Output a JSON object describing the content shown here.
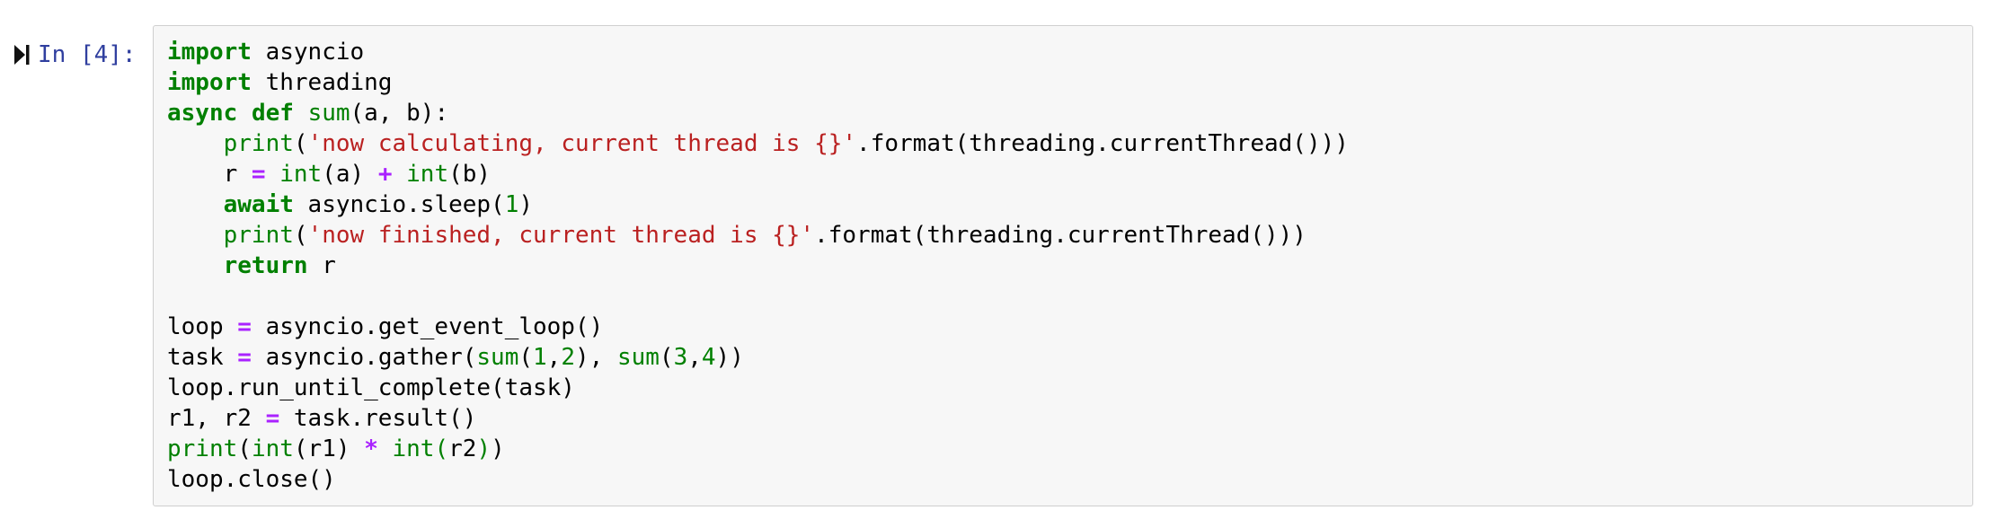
{
  "prompt": {
    "label": "In [4]:"
  },
  "colors": {
    "keyword": "#008000",
    "builtin": "#008000",
    "string": "#ba2121",
    "number": "#008000",
    "operator": "#aa22ff",
    "prompt": "#303f9f",
    "cell_background": "#f7f7f7",
    "cell_border": "#cfcfcf"
  },
  "icons": {
    "run_indicator": "step-forward-icon"
  },
  "code": {
    "lines": [
      {
        "tokens": [
          {
            "t": "kw",
            "v": "import"
          },
          {
            "t": "pn",
            "v": " asyncio"
          }
        ]
      },
      {
        "tokens": [
          {
            "t": "kw",
            "v": "import"
          },
          {
            "t": "pn",
            "v": " threading"
          }
        ]
      },
      {
        "tokens": [
          {
            "t": "kw",
            "v": "async"
          },
          {
            "t": "pn",
            "v": " "
          },
          {
            "t": "kw",
            "v": "def"
          },
          {
            "t": "pn",
            "v": " "
          },
          {
            "t": "bi",
            "v": "sum"
          },
          {
            "t": "pn",
            "v": "(a, b):"
          }
        ]
      },
      {
        "tokens": [
          {
            "t": "pn",
            "v": "    "
          },
          {
            "t": "bi",
            "v": "print"
          },
          {
            "t": "pn",
            "v": "("
          },
          {
            "t": "st",
            "v": "'now calculating, current thread is {}'"
          },
          {
            "t": "pn",
            "v": ".format(threading.currentThread()))"
          }
        ]
      },
      {
        "tokens": [
          {
            "t": "pn",
            "v": "    r "
          },
          {
            "t": "op",
            "v": "="
          },
          {
            "t": "pn",
            "v": " "
          },
          {
            "t": "bi",
            "v": "int"
          },
          {
            "t": "pn",
            "v": "(a) "
          },
          {
            "t": "op",
            "v": "+"
          },
          {
            "t": "pn",
            "v": " "
          },
          {
            "t": "bi",
            "v": "int"
          },
          {
            "t": "pn",
            "v": "(b)"
          }
        ]
      },
      {
        "tokens": [
          {
            "t": "pn",
            "v": "    "
          },
          {
            "t": "kw",
            "v": "await"
          },
          {
            "t": "pn",
            "v": " asyncio.sleep("
          },
          {
            "t": "nm",
            "v": "1"
          },
          {
            "t": "pn",
            "v": ")"
          }
        ]
      },
      {
        "tokens": [
          {
            "t": "pn",
            "v": "    "
          },
          {
            "t": "bi",
            "v": "print"
          },
          {
            "t": "pn",
            "v": "("
          },
          {
            "t": "st",
            "v": "'now finished, current thread is {}'"
          },
          {
            "t": "pn",
            "v": ".format(threading.currentThread()))"
          }
        ]
      },
      {
        "tokens": [
          {
            "t": "pn",
            "v": "    "
          },
          {
            "t": "kw",
            "v": "return"
          },
          {
            "t": "pn",
            "v": " r"
          }
        ]
      },
      {
        "tokens": [
          {
            "t": "pn",
            "v": ""
          }
        ]
      },
      {
        "tokens": [
          {
            "t": "pn",
            "v": "loop "
          },
          {
            "t": "op",
            "v": "="
          },
          {
            "t": "pn",
            "v": " asyncio.get_event_loop()"
          }
        ]
      },
      {
        "tokens": [
          {
            "t": "pn",
            "v": "task "
          },
          {
            "t": "op",
            "v": "="
          },
          {
            "t": "pn",
            "v": " asyncio.gather("
          },
          {
            "t": "bi",
            "v": "sum"
          },
          {
            "t": "pn",
            "v": "("
          },
          {
            "t": "nm",
            "v": "1"
          },
          {
            "t": "pn",
            "v": ","
          },
          {
            "t": "nm",
            "v": "2"
          },
          {
            "t": "pn",
            "v": "), "
          },
          {
            "t": "bi",
            "v": "sum"
          },
          {
            "t": "pn",
            "v": "("
          },
          {
            "t": "nm",
            "v": "3"
          },
          {
            "t": "pn",
            "v": ","
          },
          {
            "t": "nm",
            "v": "4"
          },
          {
            "t": "pn",
            "v": "))"
          }
        ]
      },
      {
        "tokens": [
          {
            "t": "pn",
            "v": "loop.run_until_complete(task)"
          }
        ]
      },
      {
        "tokens": [
          {
            "t": "pn",
            "v": "r1, r2 "
          },
          {
            "t": "op",
            "v": "="
          },
          {
            "t": "pn",
            "v": " task.result()"
          }
        ]
      },
      {
        "tokens": [
          {
            "t": "bi",
            "v": "print"
          },
          {
            "t": "pn",
            "v": "("
          },
          {
            "t": "bi",
            "v": "int"
          },
          {
            "t": "pn",
            "v": "(r1) "
          },
          {
            "t": "op",
            "v": "*"
          },
          {
            "t": "pn",
            "v": " "
          },
          {
            "t": "bi",
            "v": "int"
          },
          {
            "t": "nm",
            "v": "("
          },
          {
            "t": "pn",
            "v": "r2"
          },
          {
            "t": "nm",
            "v": ")"
          },
          {
            "t": "pn",
            "v": ")"
          }
        ]
      },
      {
        "tokens": [
          {
            "t": "pn",
            "v": "loop.close()"
          }
        ]
      }
    ]
  }
}
